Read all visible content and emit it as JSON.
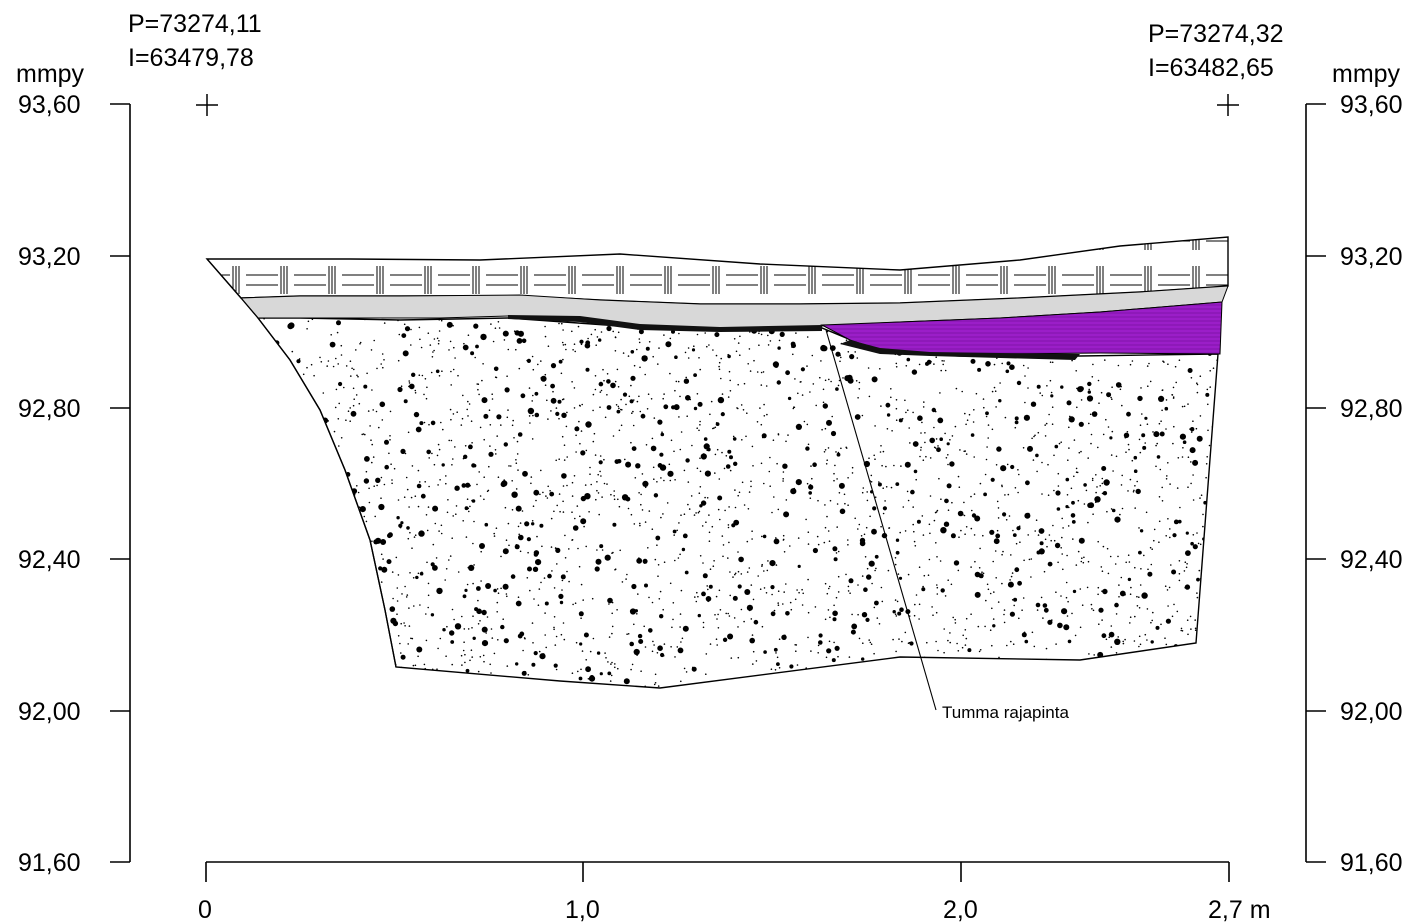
{
  "coords": {
    "left": {
      "p": "P=73274,11",
      "i": "I=63479,78"
    },
    "right": {
      "p": "P=73274,32",
      "i": "I=63482,65"
    }
  },
  "elevation_axis": {
    "unit": "mmpy",
    "ticks": [
      "93,60",
      "93,20",
      "92,80",
      "92,40",
      "92,00",
      "91,60"
    ]
  },
  "distance_axis": {
    "ticks": [
      "0",
      "1,0",
      "2,0",
      "2,7 m"
    ]
  },
  "annotation": "Tumma rajapinta",
  "colors": {
    "topsoil_fill": "#ffffff",
    "grey_layer": "#d8d8d8",
    "purple_layer": "#9b1ec8",
    "dark_layer": "#111111",
    "sand_fill": "#ffffff"
  }
}
